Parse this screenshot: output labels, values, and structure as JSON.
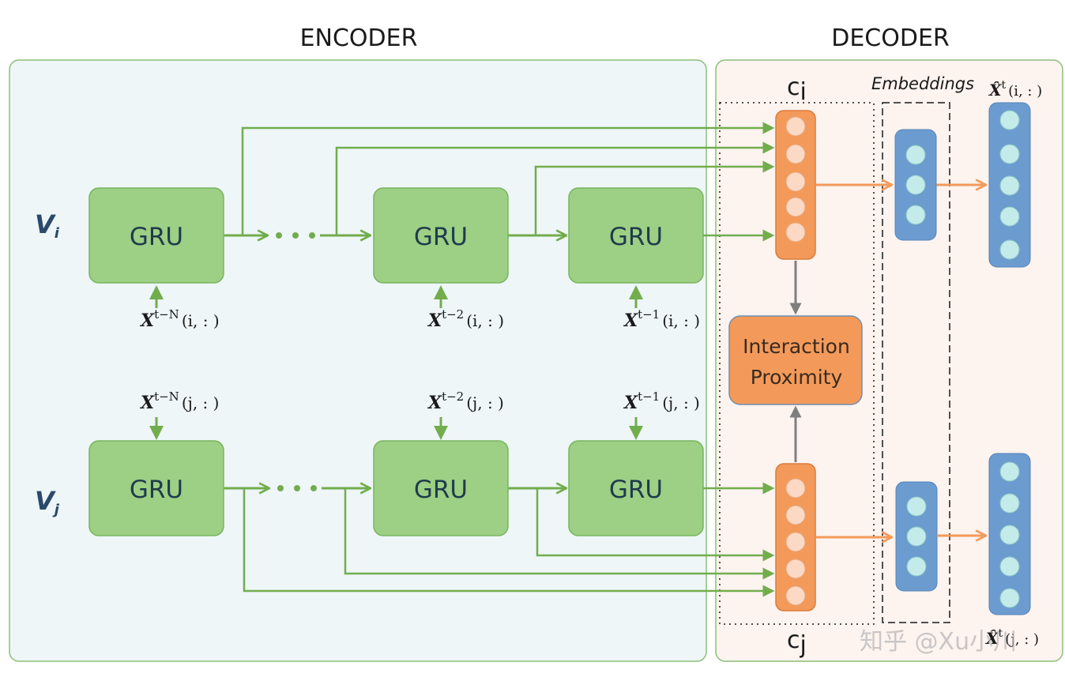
{
  "titles": {
    "encoder": "ENCODER",
    "decoder": "DECODER"
  },
  "nodes": {
    "vi_main": "V",
    "vi_sub": "i",
    "vj_main": "V",
    "vj_sub": "j"
  },
  "gru_label": "GRU",
  "inputs": {
    "top": [
      {
        "main": "X",
        "sup": "t−N",
        "arg": "(i, : )"
      },
      {
        "main": "X",
        "sup": "t−2",
        "arg": "(i, : )"
      },
      {
        "main": "X",
        "sup": "t−1",
        "arg": "(i, : )"
      }
    ],
    "bottom": [
      {
        "main": "X",
        "sup": "t−N",
        "arg": "(j, : )"
      },
      {
        "main": "X",
        "sup": "t−2",
        "arg": "(j, : )"
      },
      {
        "main": "X",
        "sup": "t−1",
        "arg": "(j, : )"
      }
    ]
  },
  "context": {
    "ci_main": "c",
    "ci_sub": "i",
    "cj_main": "c",
    "cj_sub": "j"
  },
  "interaction": {
    "line1": "Interaction",
    "line2": "Proximity"
  },
  "embeddings_label": "Embeddings",
  "outputs": {
    "top": {
      "main": "X̂",
      "sup": "t",
      "arg": "(i, : )"
    },
    "bottom": {
      "main": "X̂",
      "sup": "t",
      "arg": "(j, : )"
    }
  },
  "watermark": "知乎 @Xu小川",
  "colors": {
    "encoder_bg": "#eef6f8",
    "decoder_bg": "#fdf3ef",
    "panel_border": "#8cc07a",
    "gru_fill": "#9dcf84",
    "gru_stroke": "#78b55e",
    "green_arrow": "#72ad4d",
    "orange": "#f39a5a",
    "orange_light": "#fbd9c4",
    "blue": "#6b9bcf",
    "cyan": "#c2ebea",
    "gray_arrow": "#7f7f7f"
  }
}
